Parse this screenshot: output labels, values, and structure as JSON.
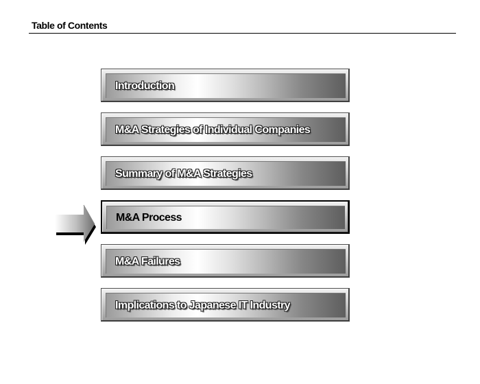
{
  "header": {
    "title": "Table of Contents"
  },
  "toc": {
    "items": [
      {
        "label": "Introduction",
        "active": false
      },
      {
        "label": "M&A Strategies of Individual Companies",
        "active": false
      },
      {
        "label": "Summary of M&A Strategies",
        "active": false
      },
      {
        "label": "M&A Process",
        "active": true
      },
      {
        "label": "M&A Failures",
        "active": false
      },
      {
        "label": "Implications to Japanese IT Industry",
        "active": false
      }
    ]
  },
  "indicator": {
    "icon": "arrow-right-icon",
    "points_to": "M&A Process"
  }
}
